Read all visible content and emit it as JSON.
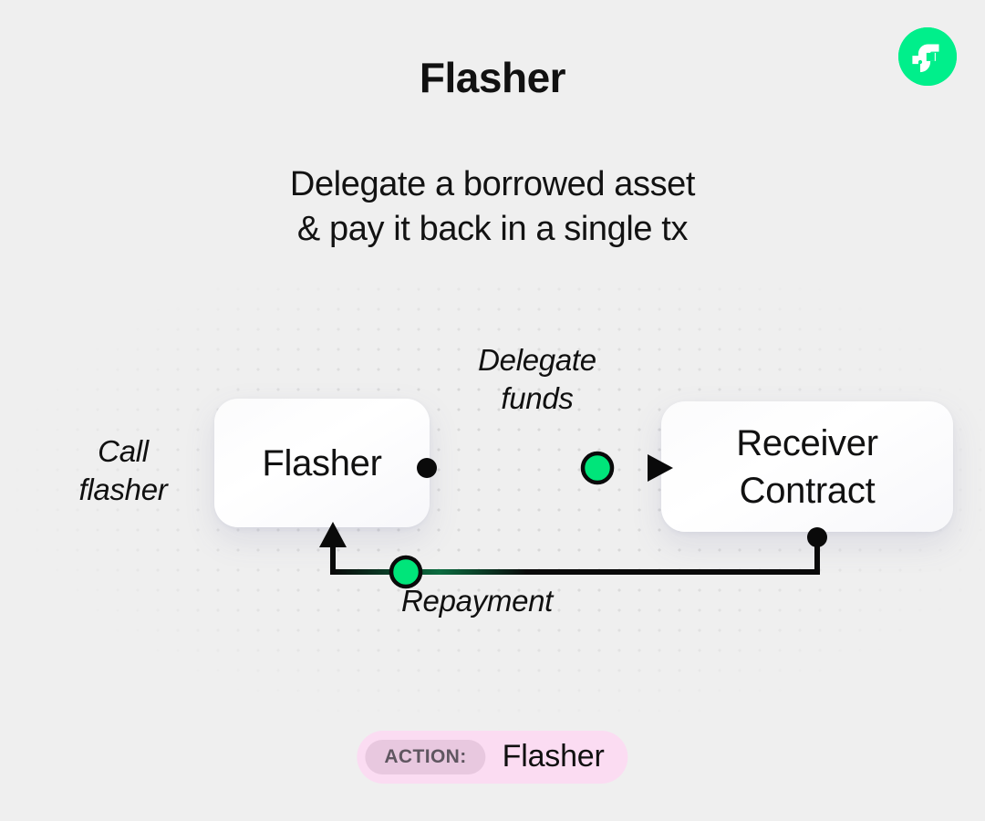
{
  "header": {
    "title": "Flasher",
    "logo_icon": "flow-logo-icon",
    "logo_color": "#00EF8B"
  },
  "subtitle": {
    "line1": "Delegate a borrowed asset",
    "line2": "& pay it back in a single tx"
  },
  "diagram": {
    "nodes": [
      {
        "id": "flasher",
        "label": "Flasher"
      },
      {
        "id": "receiver",
        "label_line1": "Receiver",
        "label_line2": "Contract"
      }
    ],
    "edge_labels": {
      "call": {
        "line1": "Call",
        "line2": "flasher"
      },
      "delegate": {
        "line1": "Delegate",
        "line2": "funds"
      },
      "repayment": "Repayment"
    },
    "colors": {
      "accent_green": "#00E57A",
      "wire": "#0A0A0A",
      "dot_grid": "#D8D8D8",
      "node_fill": "#FFFFFF"
    }
  },
  "footer": {
    "tag": "ACTION:",
    "value": "Flasher",
    "pill_color": "#FBDCF2",
    "tag_color": "#E8C8DF"
  }
}
